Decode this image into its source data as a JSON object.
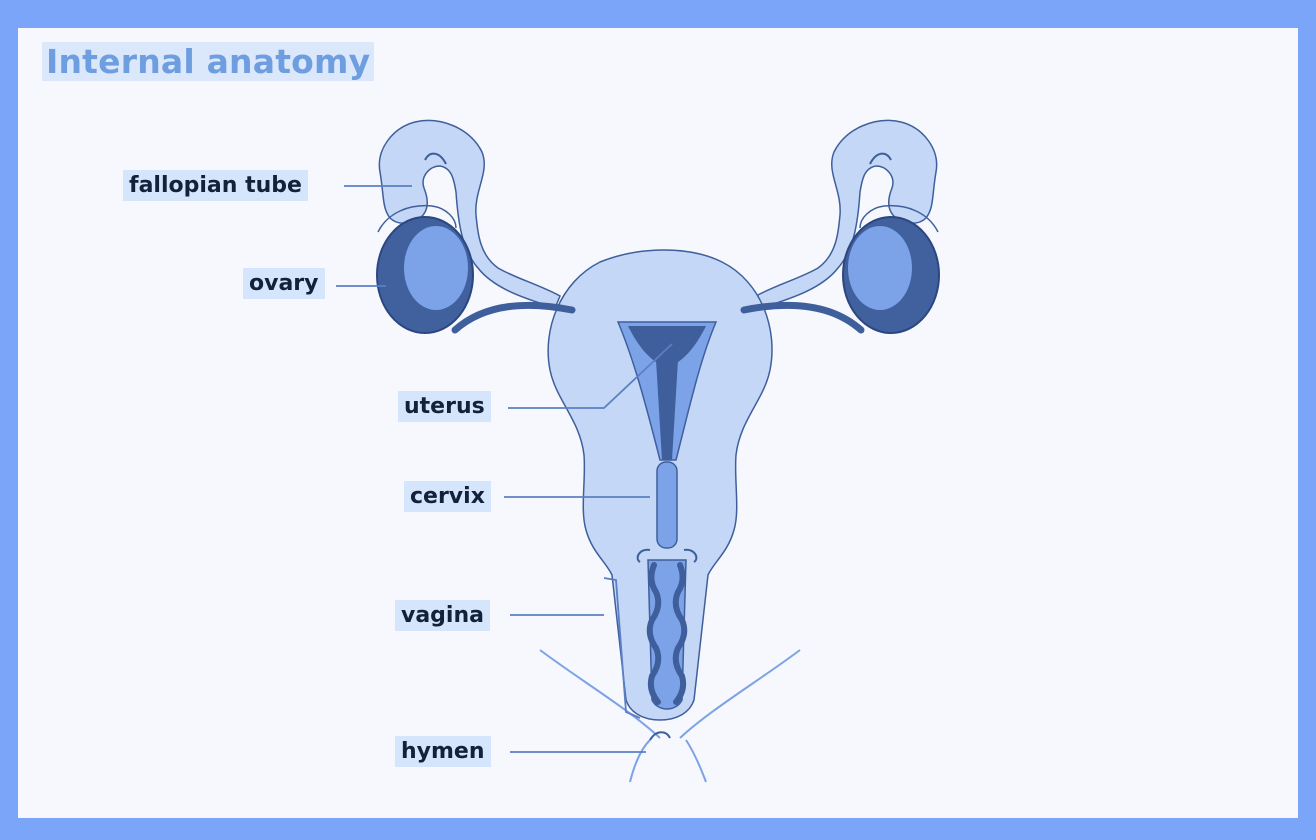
{
  "title": "Internal anatomy",
  "labels": {
    "fallopian_tube": "fallopian tube",
    "ovary": "ovary",
    "uterus": "uterus",
    "cervix": "cervix",
    "vagina": "vagina",
    "hymen": "hymen"
  },
  "colors": {
    "frame": "#7aa5f8",
    "background": "#f6f8fd",
    "tissue": "#c4d7f6",
    "outline": "#3f5f9c",
    "dark": "#3f5f9c",
    "mid": "#6f97e3",
    "title": "#6e9ee0"
  }
}
